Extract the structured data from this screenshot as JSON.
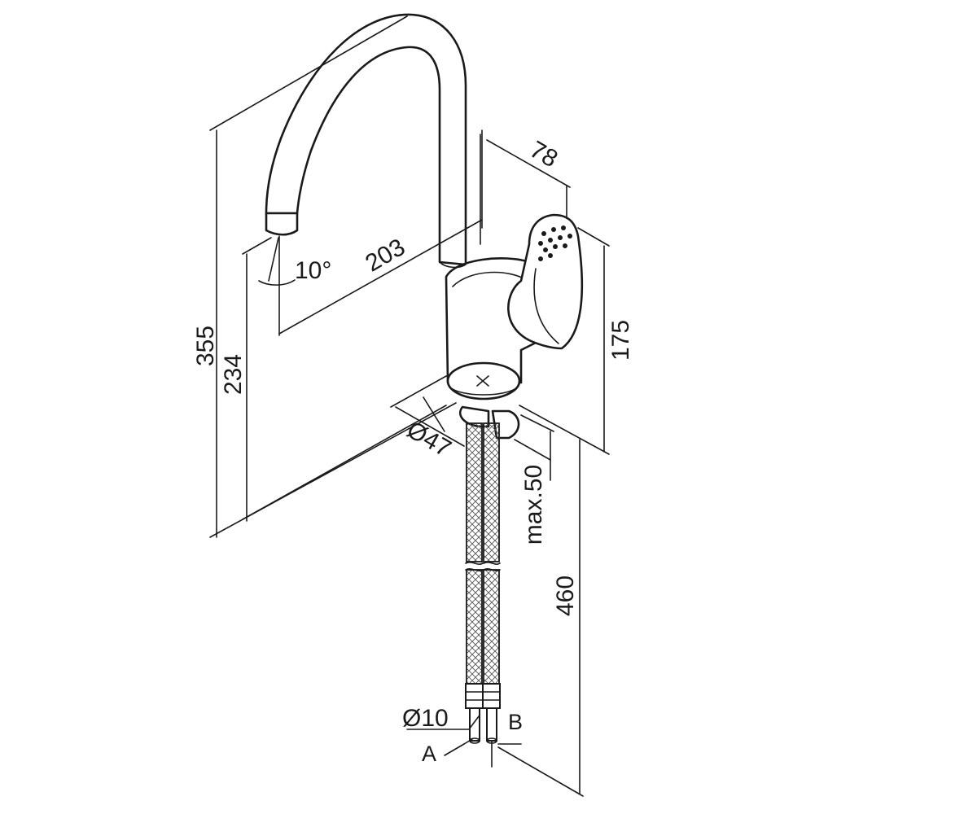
{
  "dimensions": {
    "total_height": "355",
    "spout_height": "234",
    "spout_reach": "203",
    "handle_offset": "78",
    "body_height": "175",
    "base_diameter": "Ø47",
    "max_counter_thickness": "max.50",
    "hose_length": "460",
    "spout_angle": "10°",
    "hose_diameter": "Ø10"
  },
  "connections": {
    "a": "A",
    "b": "B"
  },
  "colors": {
    "line": "#1a1a1a",
    "background": "#ffffff"
  }
}
